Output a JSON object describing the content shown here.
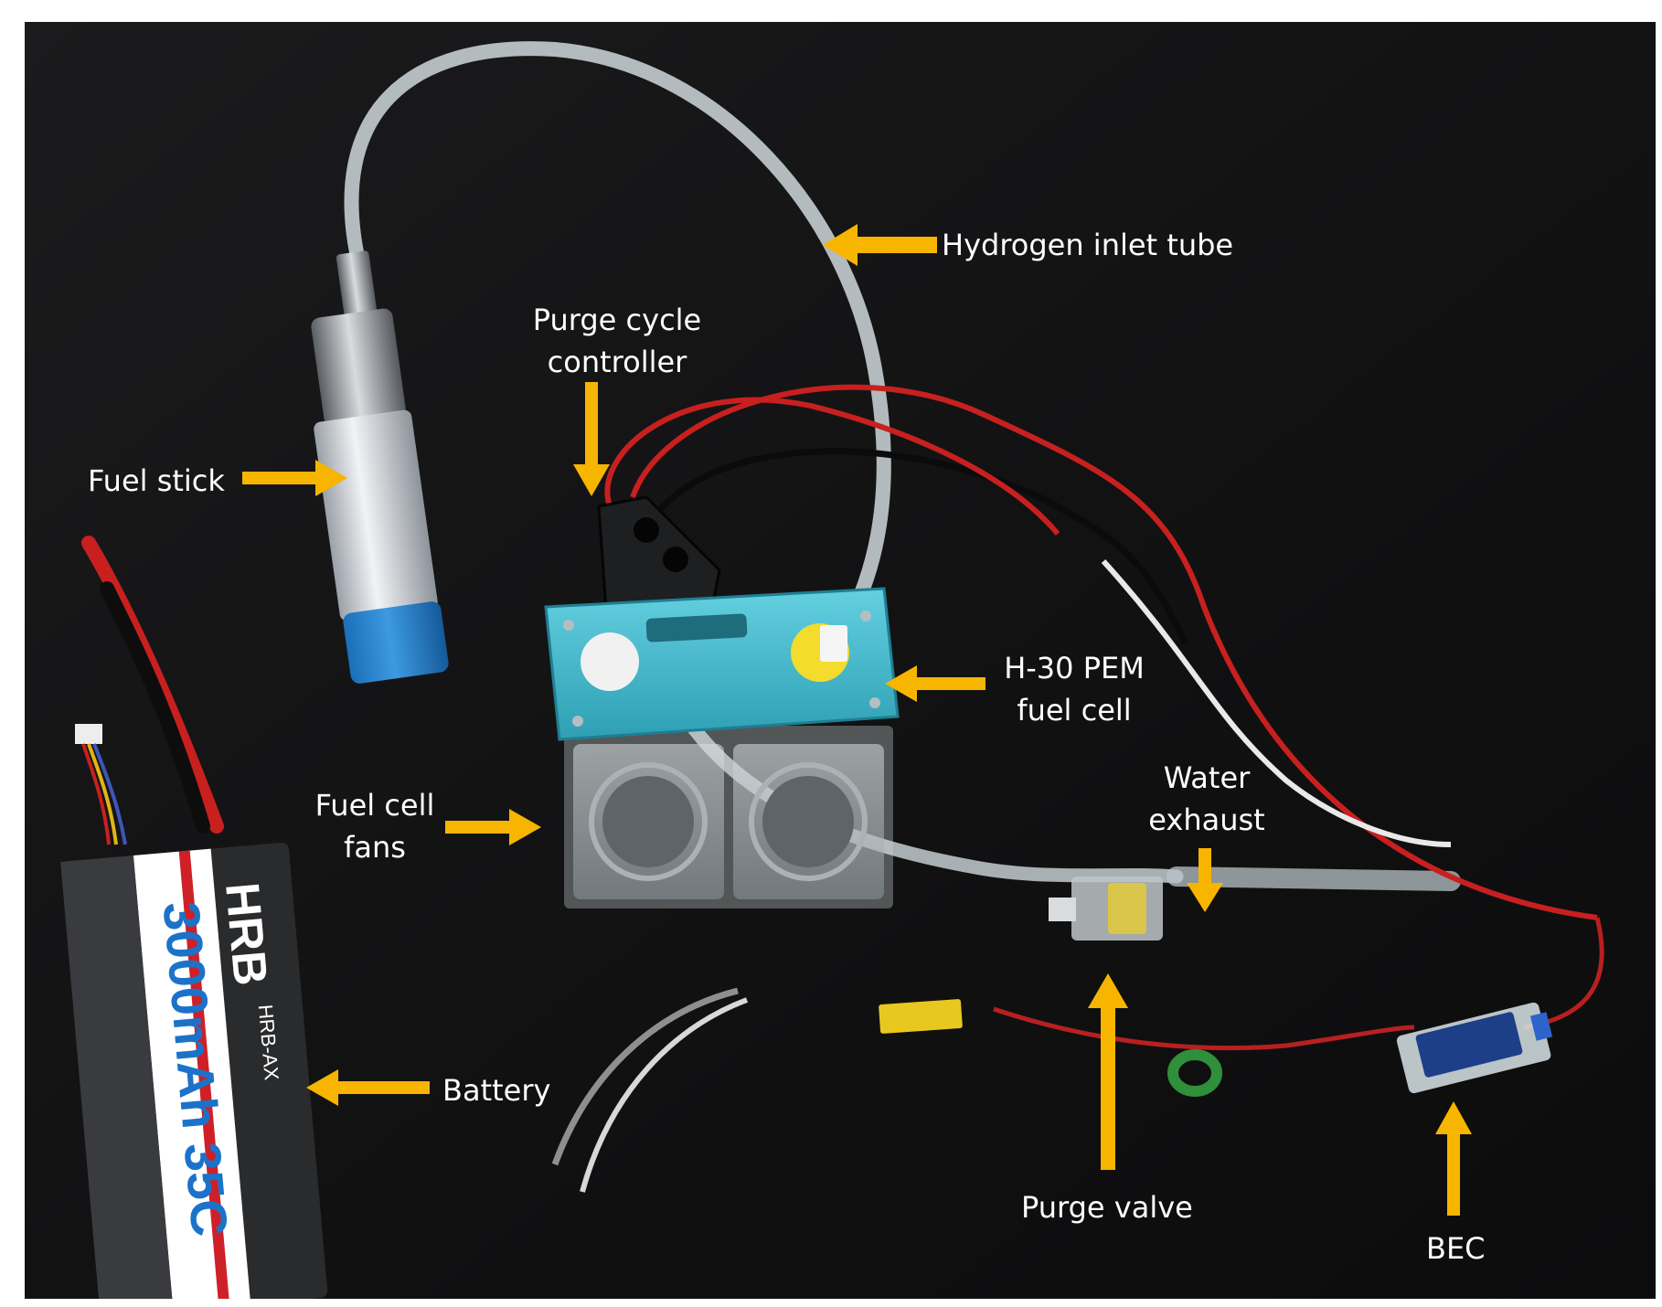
{
  "figure": {
    "callouts": {
      "hydrogen_inlet_tube": "Hydrogen inlet tube",
      "purge_cycle_controller": "Purge cycle\ncontroller",
      "fuel_stick": "Fuel stick",
      "pem_fuel_cell": "H-30 PEM\nfuel cell",
      "fuel_cell_fans": "Fuel cell\nfans",
      "water_exhaust": "Water\nexhaust",
      "battery": "Battery",
      "purge_valve": "Purge valve",
      "bec": "BEC"
    },
    "arrow_color": "#f7b500",
    "label_color": "#ffffff",
    "background_color": "#141415",
    "fuel_cell_color": "#4fc1d3"
  }
}
